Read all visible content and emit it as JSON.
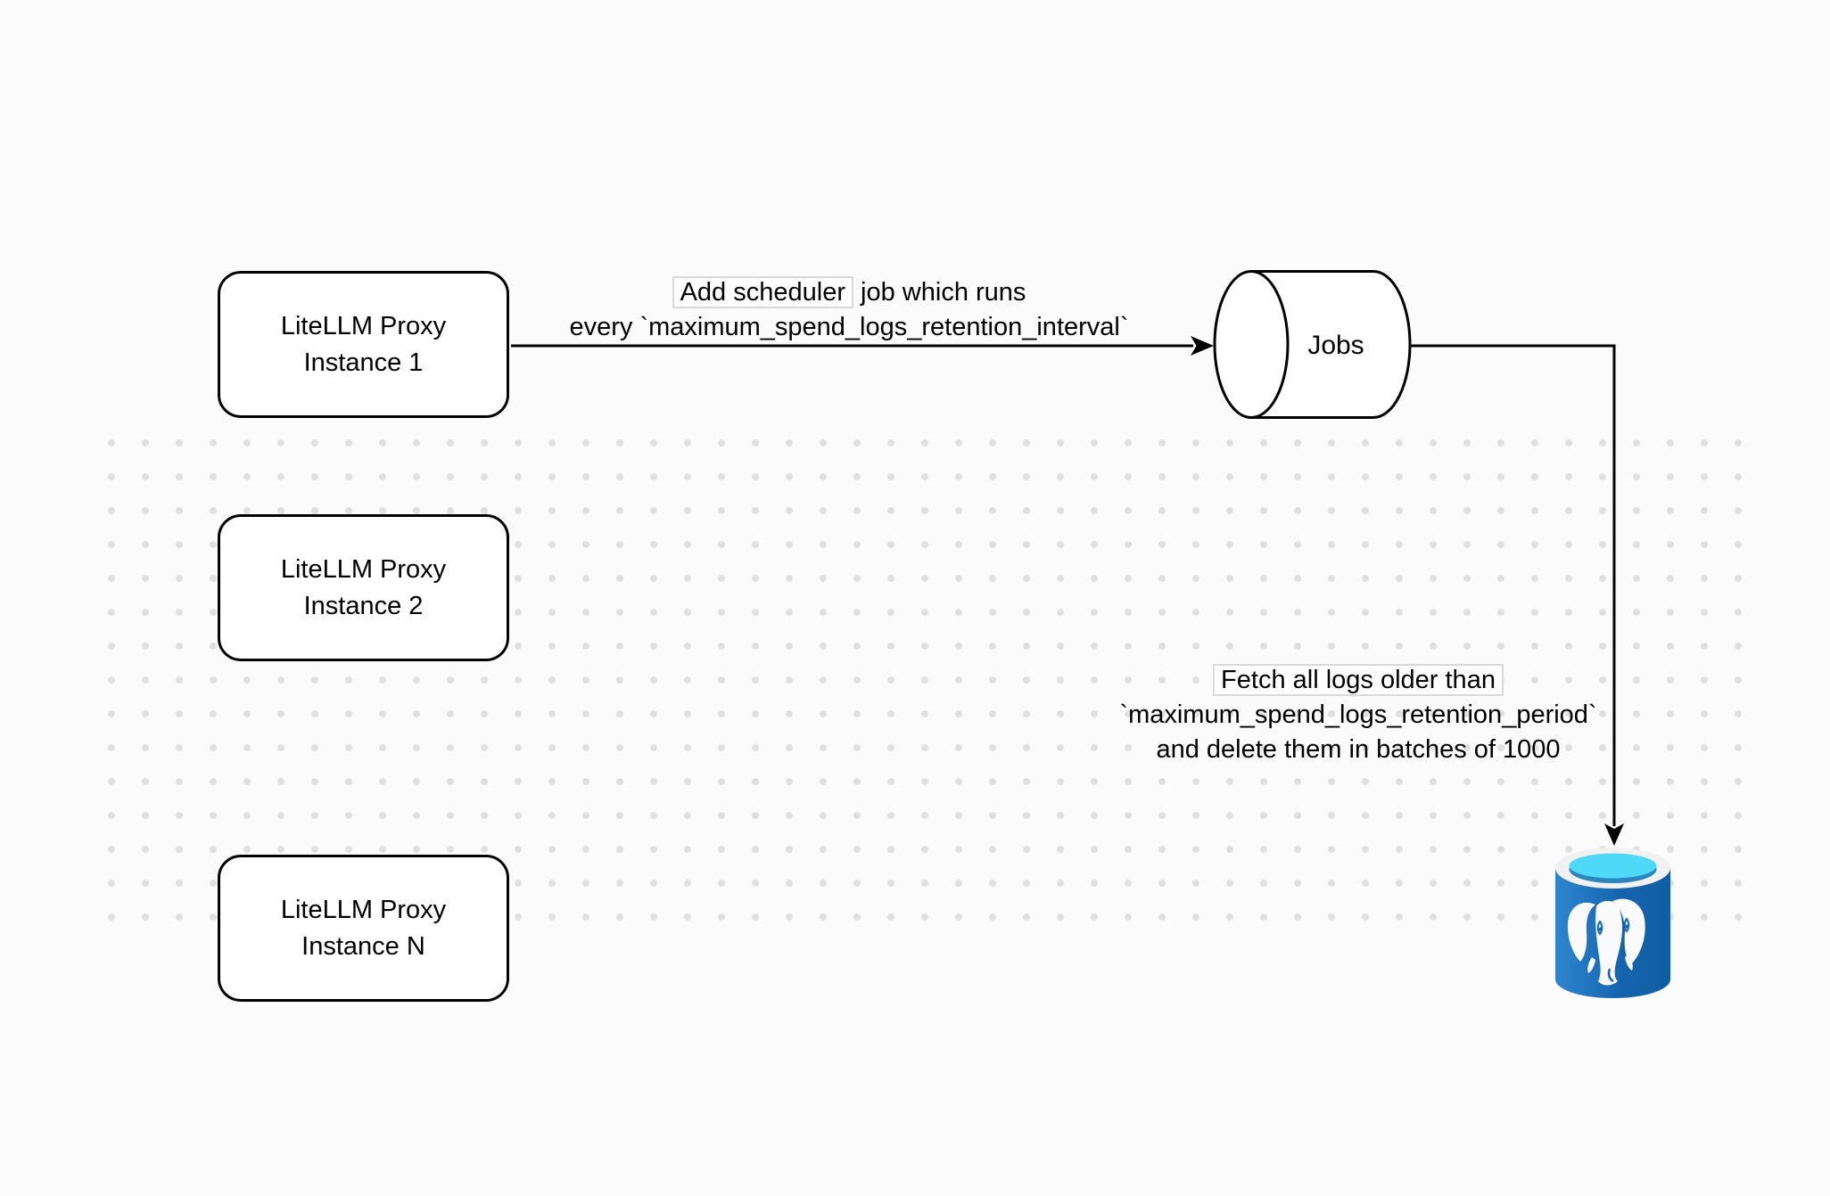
{
  "diagram": {
    "nodes": {
      "proxy_instances": [
        {
          "line1": "LiteLLM Proxy",
          "line2": "Instance 1"
        },
        {
          "line1": "LiteLLM Proxy",
          "line2": "Instance 2"
        },
        {
          "line1": "LiteLLM Proxy",
          "line2": "Instance N"
        }
      ],
      "jobs_queue": {
        "label": "Jobs"
      },
      "database": {
        "icon": "postgresql-database-icon"
      }
    },
    "edge_labels": {
      "scheduler": {
        "line1_boxed": "Add scheduler",
        "line1_rest": " job which runs",
        "line2": "every `maximum_spend_logs_retention_interval`"
      },
      "fetch": {
        "line1": "Fetch all logs older than",
        "line2": "`maximum_spend_logs_retention_period`",
        "line3": "and delete them in batches of 1000"
      }
    },
    "colors": {
      "canvas_background": "#fbfbfb",
      "grid_dot": "#e0e0e0",
      "node_fill": "#ffffff",
      "node_stroke": "#000000",
      "postgres_blue": "#1568b4",
      "postgres_cyan": "#4fd9f8",
      "postgres_top_inner": "#2a86bd",
      "postgres_rim": "#f1f1f1",
      "elephant_white": "#fafafa"
    }
  }
}
